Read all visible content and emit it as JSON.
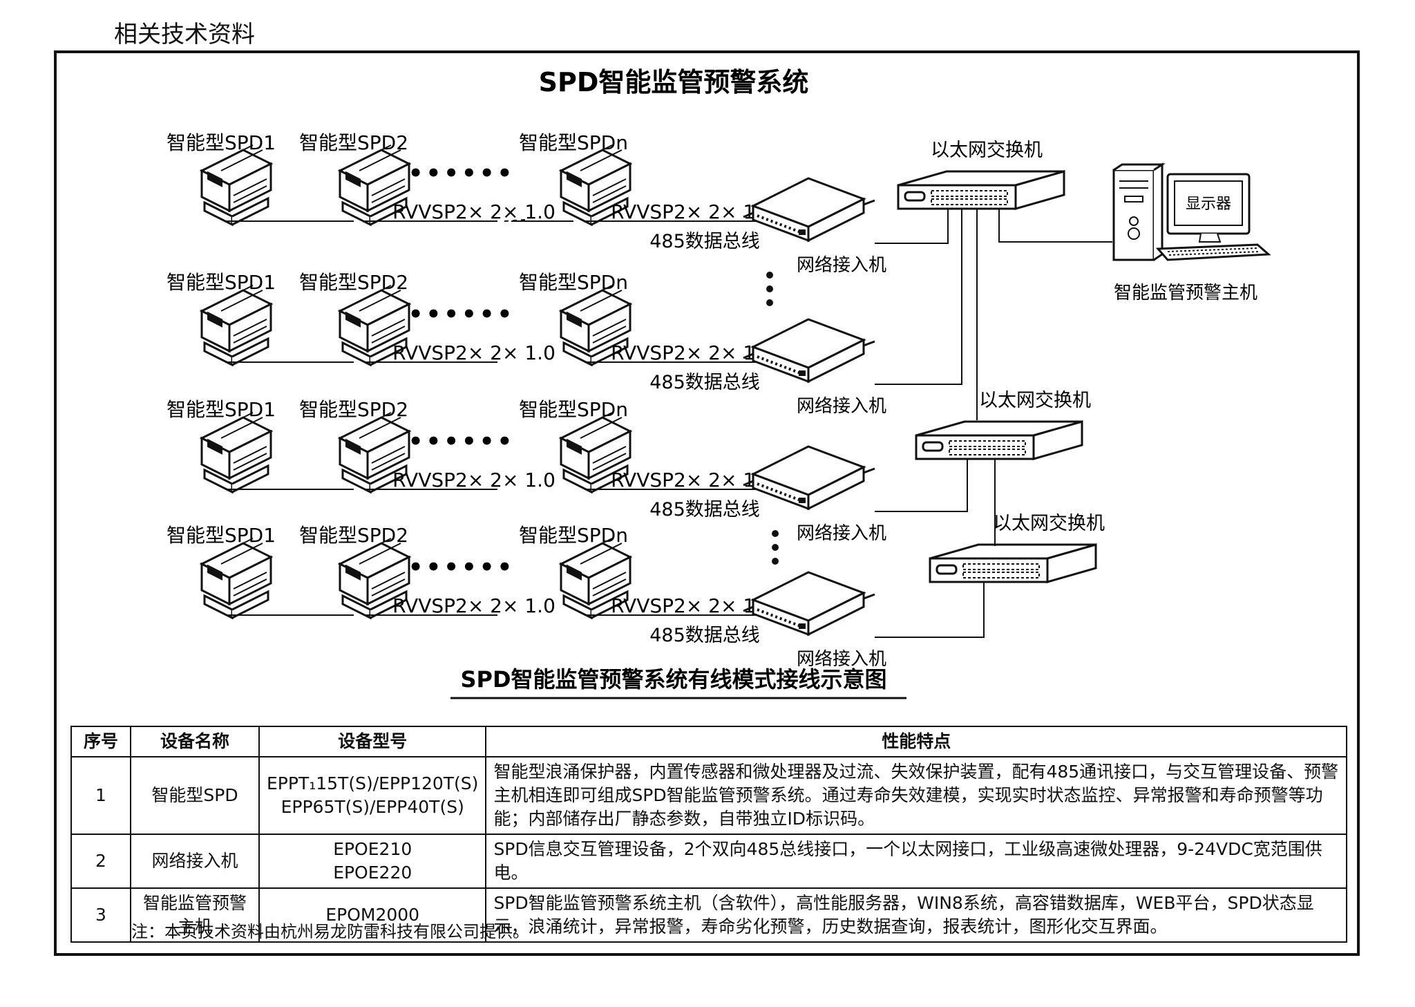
{
  "page": {
    "header": "相关技术资料",
    "title": "SPD智能监管预警系统",
    "figure_caption": "SPD智能监管预警系统有线模式接线示意图",
    "footnote": "注：本页技术资料由杭州易龙防雷科技有限公司提供。"
  },
  "diagram": {
    "spd_labels": [
      "智能型SPD1",
      "智能型SPD2",
      "智能型SPDn"
    ],
    "dots": "••••••",
    "cable_label": "RVVSP2× 2× 1.0",
    "bus_label": "485数据总线",
    "access_unit": "网络接入机",
    "switch_label": "以太网交换机",
    "monitor_label": "显示器",
    "host_label": "智能监管预警主机"
  },
  "table": {
    "headers": [
      "序号",
      "设备名称",
      "设备型号",
      "性能特点"
    ],
    "rows": [
      {
        "no": "1",
        "name": "智能型SPD",
        "model_lines": [
          "EPPT₁15T(S)/EPP120T(S)",
          "EPP65T(S)/EPP40T(S)"
        ],
        "features": "智能型浪涌保护器，内置传感器和微处理器及过流、失效保护装置，配有485通讯接口，与交互管理设备、预警主机相连即可组成SPD智能监管预警系统。通过寿命失效建模，实现实时状态监控、异常报警和寿命预警等功能；内部储存出厂静态参数，自带独立ID标识码。"
      },
      {
        "no": "2",
        "name": "网络接入机",
        "model_lines": [
          "EPOE210",
          "EPOE220"
        ],
        "features": "SPD信息交互管理设备，2个双向485总线接口，一个以太网接口，工业级高速微处理器，9-24VDC宽范围供电。"
      },
      {
        "no": "3",
        "name": "智能监管预警主机",
        "model_lines": [
          "EPOM2000"
        ],
        "features": "SPD智能监管预警系统主机（含软件），高性能服务器，WIN8系统，高容错数据库，WEB平台，SPD状态显示，浪涌统计，异常报警，寿命劣化预警，历史数据查询，报表统计，图形化交互界面。"
      }
    ]
  }
}
